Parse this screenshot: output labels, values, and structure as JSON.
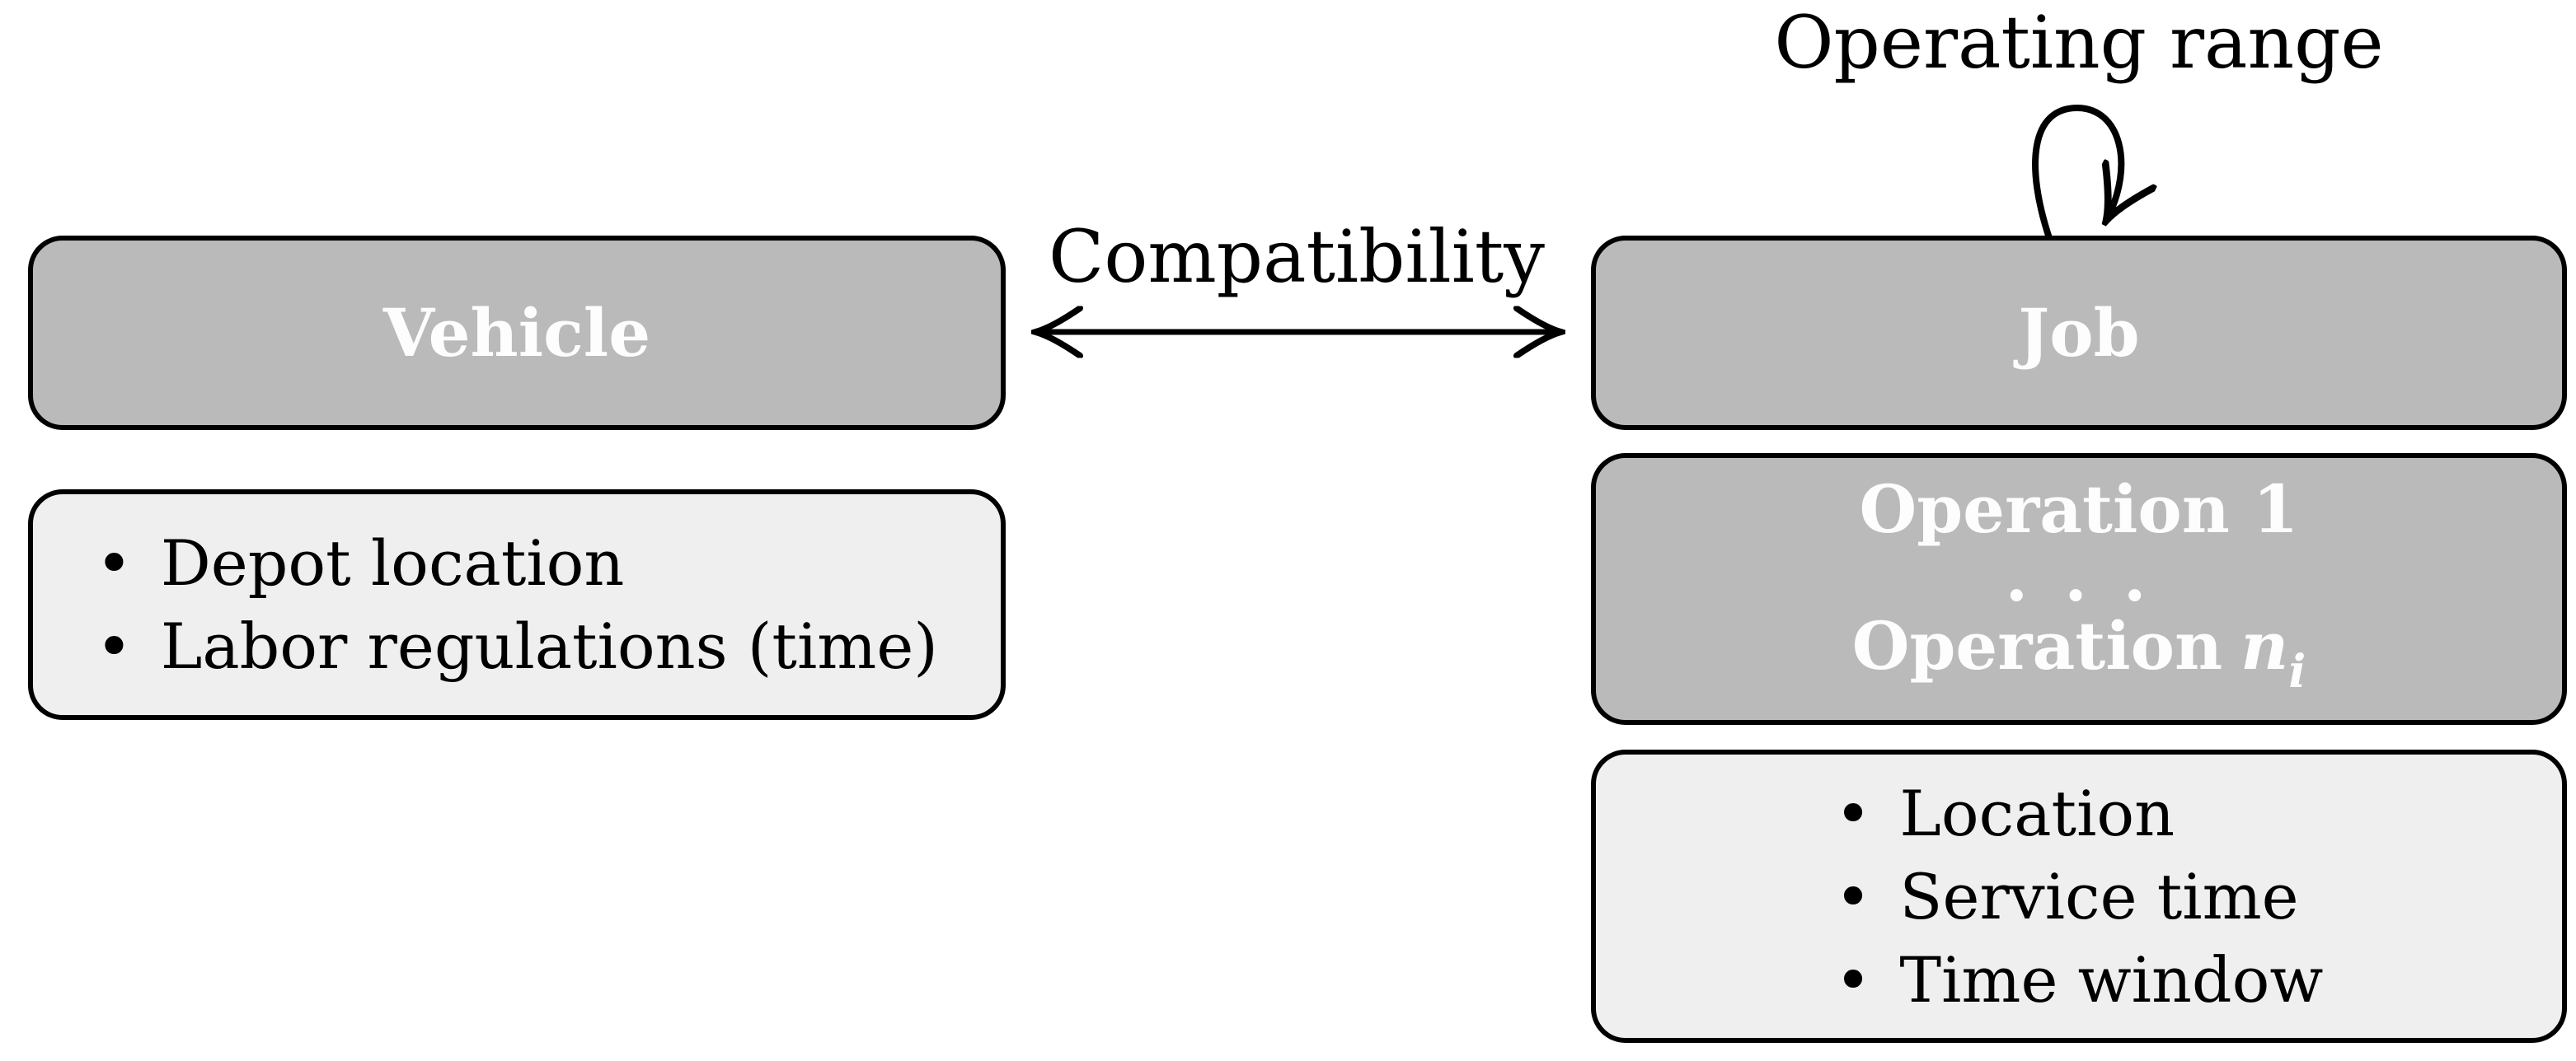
{
  "glyphs": {
    "bullet": "•"
  },
  "colors": {
    "title_box_fill": "#bababa",
    "attr_box_fill": "#efefef",
    "border": "#000000",
    "title_text": "#fdfdfd",
    "body_text": "#000000",
    "background": "#ffffff"
  },
  "labels": {
    "compatibility": "Compatibility",
    "operating_range": "Operating range"
  },
  "vehicle": {
    "title": "Vehicle",
    "attributes": [
      "Depot location",
      "Labor regulations (time)"
    ]
  },
  "job": {
    "title": "Job",
    "operations": {
      "first": "Operation 1",
      "dots": ". . .",
      "last_word": "Operation",
      "last_var": "n",
      "last_sub": "i"
    },
    "attributes": [
      "Location",
      "Service time",
      "Time window"
    ]
  }
}
